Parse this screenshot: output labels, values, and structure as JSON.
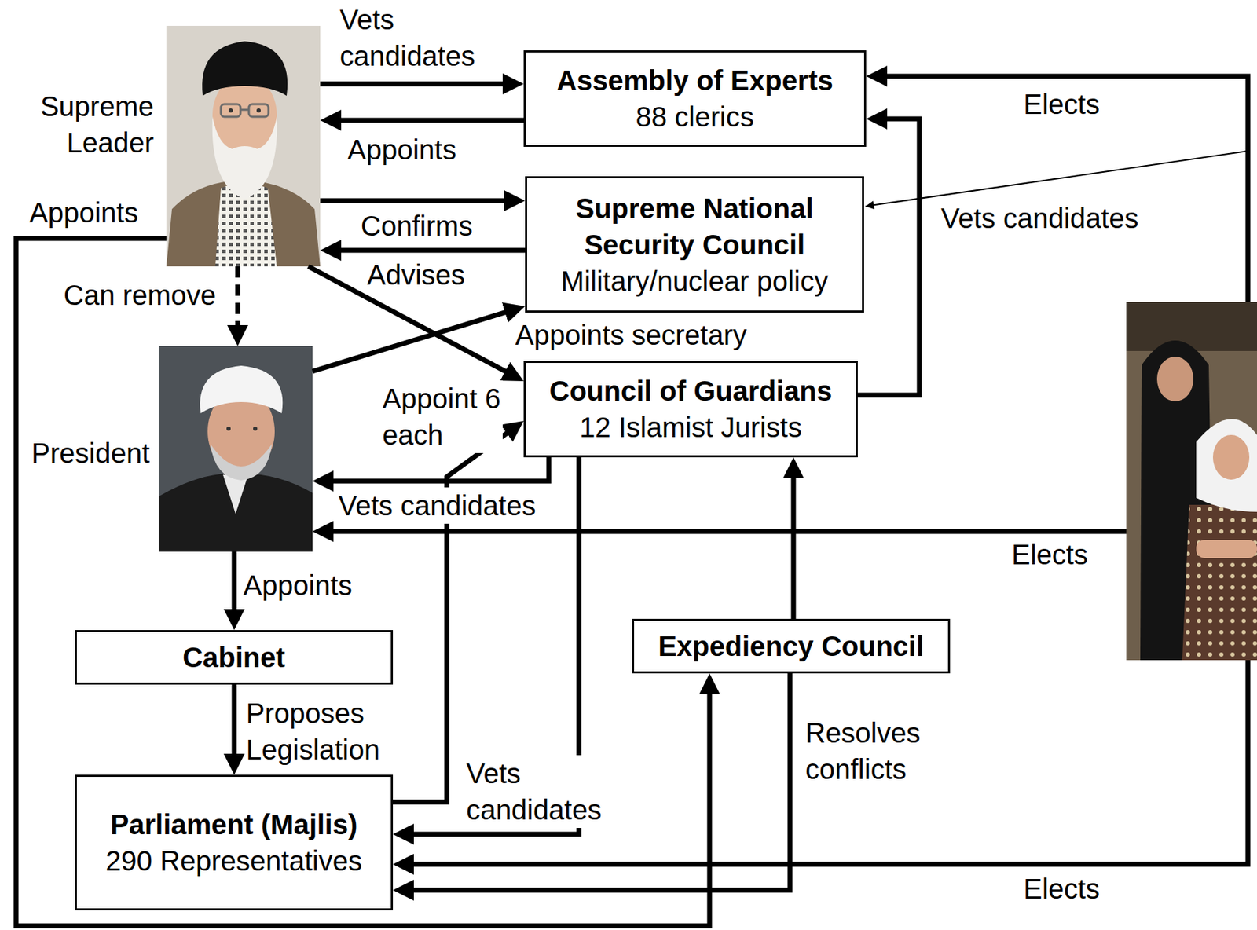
{
  "diagram": {
    "nodes": [
      {
        "text": [
          "Supreme Leader"
        ]
      },
      {
        "text": [
          "Assembly of Experts",
          "88 clerics"
        ]
      },
      {
        "text": [
          "Supreme National Security Council",
          "Military/nuclear policy"
        ]
      },
      {
        "text": [
          "President"
        ]
      },
      {
        "text": [
          "Council of Guardians",
          "12 Islamist Jurists"
        ]
      },
      {
        "text": []
      },
      {
        "text": [
          "Cabinet"
        ]
      },
      {
        "text": [
          "Expediency Council"
        ]
      },
      {
        "text": [
          "Parliament (Majlis)",
          "290 Representatives"
        ]
      }
    ],
    "edges": [
      {
        "from": 0,
        "to": 1,
        "label": "Vets candidates",
        "arrow": "to"
      },
      {
        "from": 1,
        "to": 0,
        "label": "Appoints",
        "arrow": "to"
      },
      {
        "from": 0,
        "to": 2,
        "label": "Confirms",
        "arrow": "to"
      },
      {
        "from": 2,
        "to": 0,
        "label": "Advises",
        "arrow": "to"
      },
      {
        "from": 0,
        "to": 4,
        "label": "Appoint 6 each",
        "arrow": "to"
      },
      {
        "from": 0,
        "to": 3,
        "label": "Can remove",
        "arrow": "to"
      },
      {
        "from": 0,
        "to": 7,
        "label": "Appoints",
        "arrow": "to"
      },
      {
        "from": 3,
        "to": 2,
        "label": "Appoints secretary",
        "arrow": "to"
      },
      {
        "from": 4,
        "to": 3,
        "label": "Vets candidates",
        "arrow": "to"
      },
      {
        "from": 5,
        "to": 3,
        "label": "Elects",
        "arrow": "to"
      },
      {
        "from": 5,
        "to": 1,
        "label": "Elects",
        "arrow": "to"
      },
      {
        "from": 5,
        "to": 8,
        "label": "Elects",
        "arrow": "to"
      },
      {
        "from": 4,
        "to": 1,
        "label": "Vets candidates",
        "arrow": "to"
      },
      {
        "from": 3,
        "to": 6,
        "label": "Appoints",
        "arrow": "to"
      },
      {
        "from": 6,
        "to": 8,
        "label": "Proposes Legislation",
        "arrow": "to"
      },
      {
        "from": 8,
        "to": 4,
        "arrow": "to"
      },
      {
        "from": 4,
        "to": 8,
        "label": "Vets candidates",
        "arrow": "to"
      },
      {
        "from": 7,
        "to": 4,
        "arrow": "to"
      },
      {
        "from": 7,
        "to": 8,
        "label": "Resolves conflicts",
        "arrow": "to"
      }
    ]
  }
}
